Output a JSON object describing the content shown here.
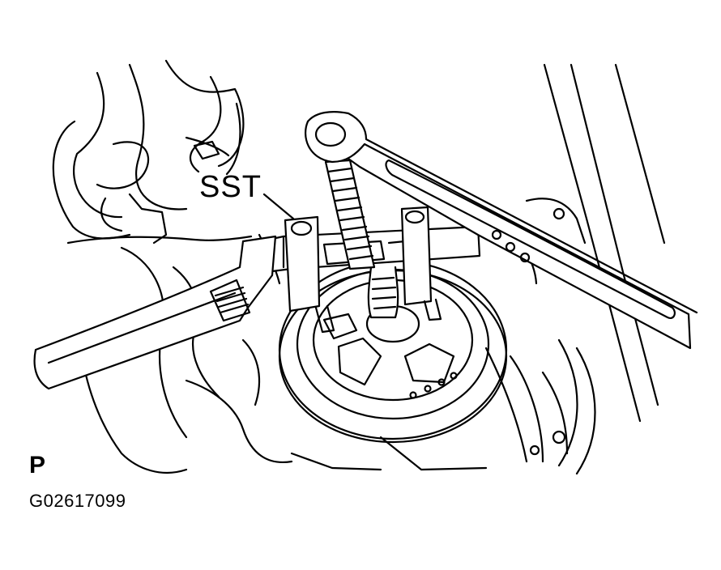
{
  "labels": {
    "sst": "SST",
    "view_marker": "P",
    "figure_id": "G02617099"
  },
  "colors": {
    "ink": "#000000",
    "paper": "#ffffff"
  }
}
